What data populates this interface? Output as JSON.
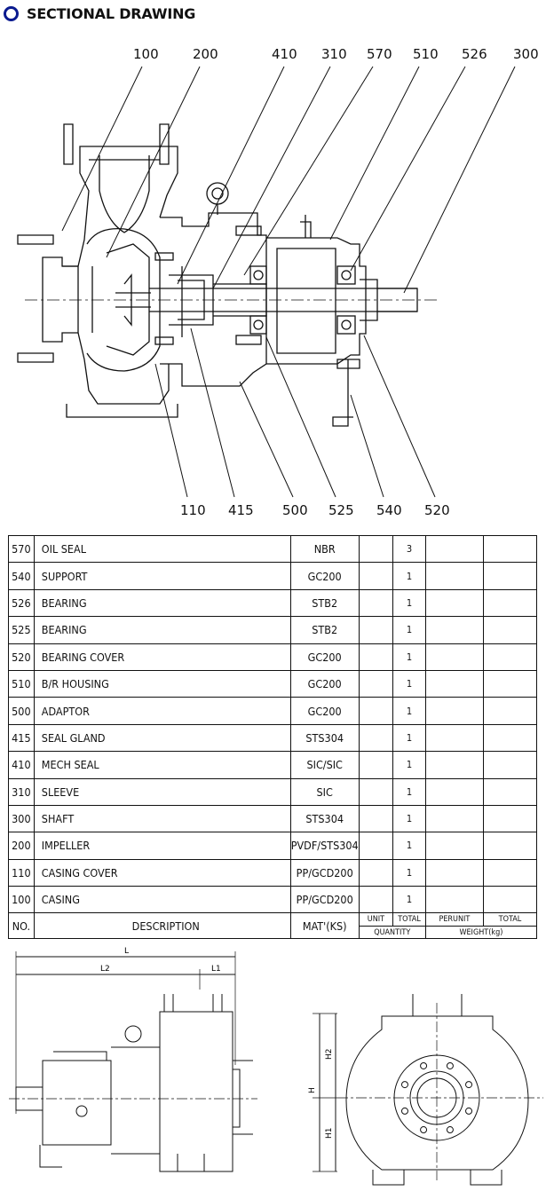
{
  "header": {
    "title": "SECTIONAL DRAWING"
  },
  "callouts_top": [
    "100",
    "200",
    "410",
    "310",
    "570",
    "510",
    "526",
    "300"
  ],
  "callouts_bottom": [
    "110",
    "415",
    "500",
    "525",
    "540",
    "520"
  ],
  "parts_table": {
    "rows": [
      {
        "no": "570",
        "desc": "OIL SEAL",
        "mat": "NBR",
        "total": "3"
      },
      {
        "no": "540",
        "desc": "SUPPORT",
        "mat": "GC200",
        "total": "1"
      },
      {
        "no": "526",
        "desc": "BEARING",
        "mat": "STB2",
        "total": "1"
      },
      {
        "no": "525",
        "desc": "BEARING",
        "mat": "STB2",
        "total": "1"
      },
      {
        "no": "520",
        "desc": "BEARING COVER",
        "mat": "GC200",
        "total": "1"
      },
      {
        "no": "510",
        "desc": "B/R HOUSING",
        "mat": "GC200",
        "total": "1"
      },
      {
        "no": "500",
        "desc": "ADAPTOR",
        "mat": "GC200",
        "total": "1"
      },
      {
        "no": "415",
        "desc": "SEAL GLAND",
        "mat": "STS304",
        "total": "1"
      },
      {
        "no": "410",
        "desc": "MECH SEAL",
        "mat": "SIC/SIC",
        "total": "1"
      },
      {
        "no": "310",
        "desc": "SLEEVE",
        "mat": "SIC",
        "total": "1"
      },
      {
        "no": "300",
        "desc": "SHAFT",
        "mat": "STS304",
        "total": "1"
      },
      {
        "no": "200",
        "desc": "IMPELLER",
        "mat": "PVDF/STS304",
        "total": "1"
      },
      {
        "no": "110",
        "desc": "CASING COVER",
        "mat": "PP/GCD200",
        "total": "1"
      },
      {
        "no": "100",
        "desc": "CASING",
        "mat": "PP/GCD200",
        "total": "1"
      }
    ],
    "footer": {
      "no": "NO.",
      "description": "DESCRIPTION",
      "material": "MAT'(KS)",
      "unit": "UNIT",
      "total": "TOTAL",
      "quantity": "QUANTITY",
      "perunit": "PERUNIT",
      "total_weight": "TOTAL",
      "weight": "WEIGHT(kg)"
    }
  },
  "dimensions": {
    "side": {
      "L": "L",
      "L1": "L1",
      "L2": "L2"
    },
    "front": {
      "H": "H",
      "H1": "H1",
      "H2": "H2"
    }
  },
  "colors": {
    "accent": "#0a1a8f",
    "line": "#111111"
  }
}
